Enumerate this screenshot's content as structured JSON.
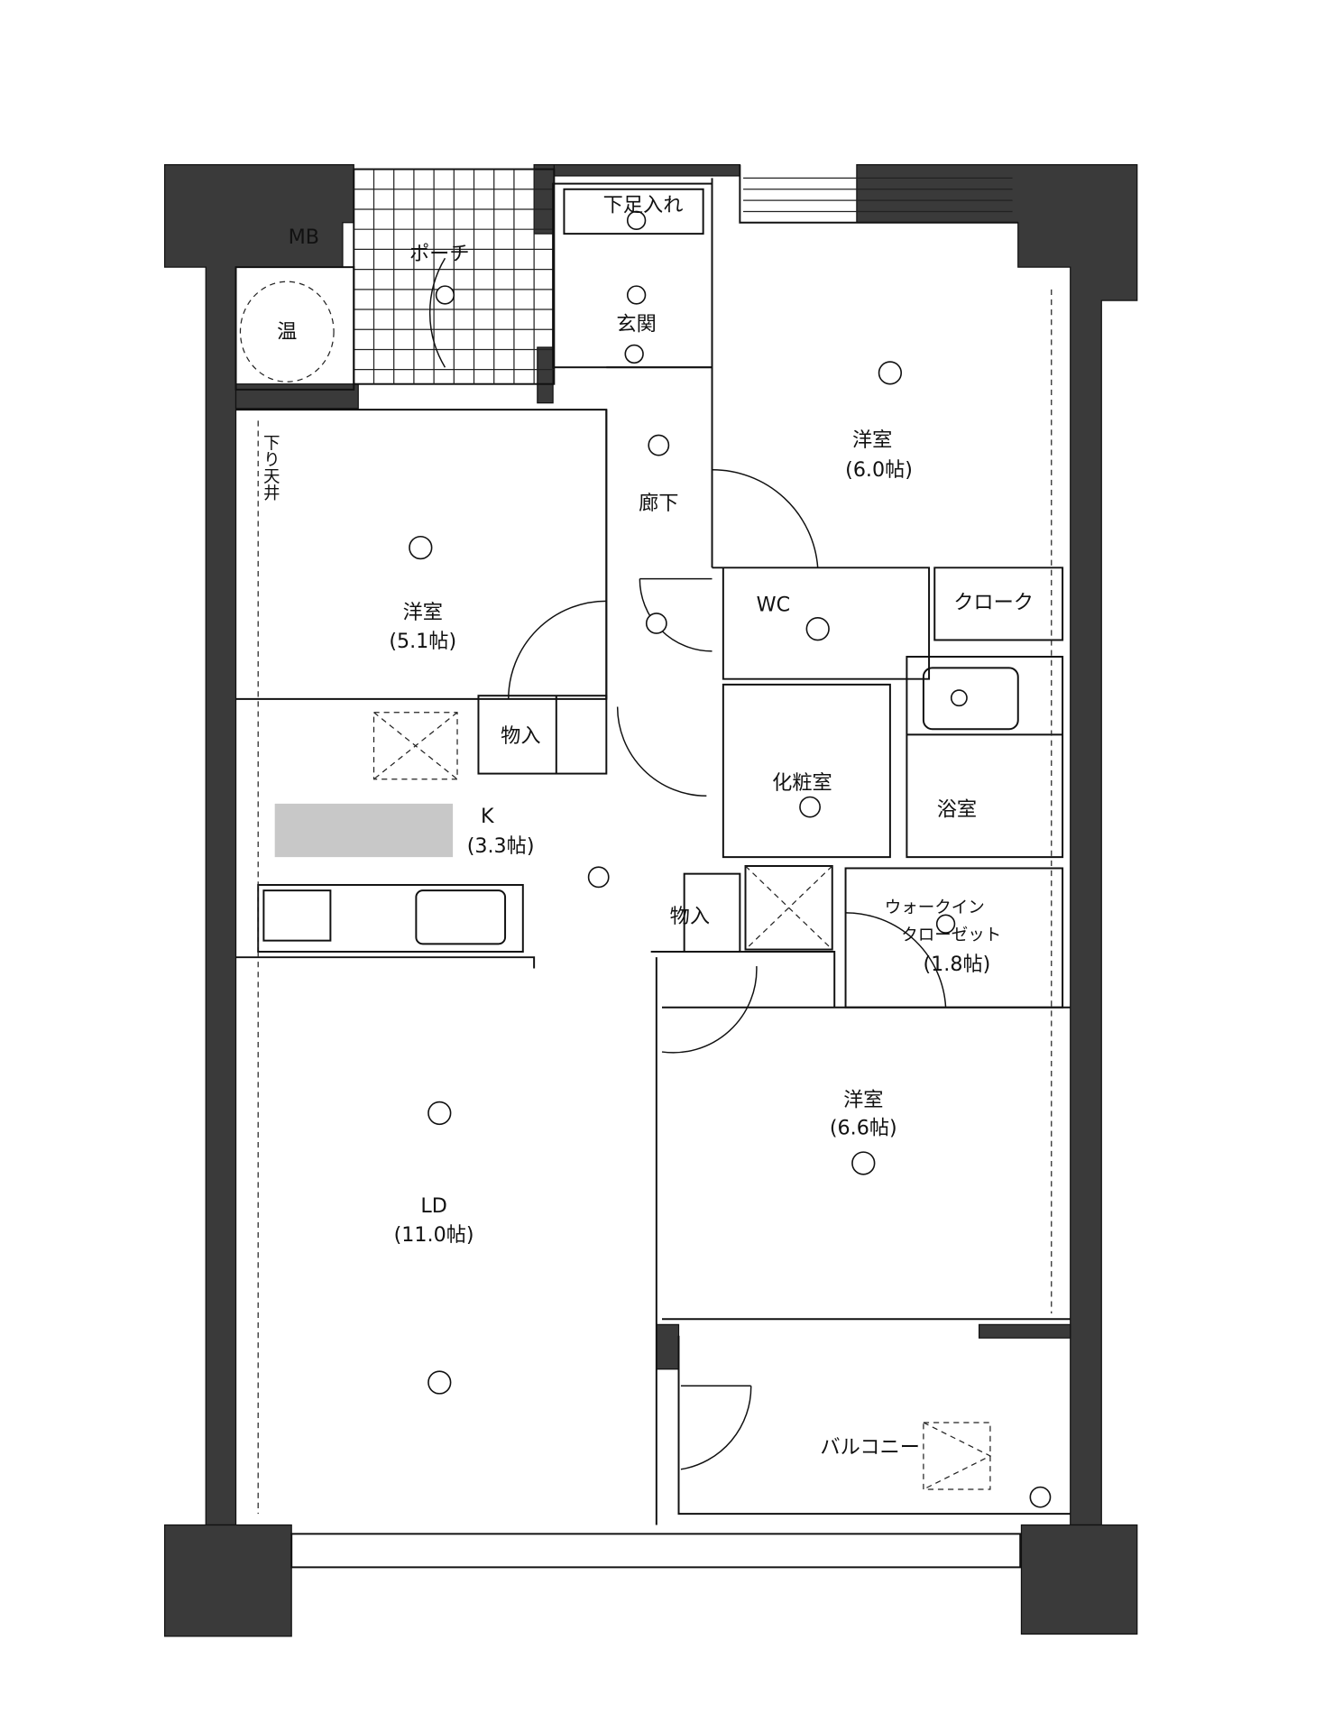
{
  "floor_plan": {
    "rooms": {
      "mb": "MB",
      "porch": "ポーチ",
      "water_heater": "温",
      "shoe_closet": "下足入れ",
      "entrance": "玄関",
      "western_room_1": {
        "name": "洋室",
        "size": "(6.0帖)"
      },
      "hallway": "廊下",
      "lowered_ceiling": "下り天井",
      "western_room_2": {
        "name": "洋室",
        "size": "(5.1帖)"
      },
      "wc": "WC",
      "cloak": "クローク",
      "storage_1": "物入",
      "powder_room": "化粧室",
      "bathroom": "浴室",
      "kitchen": {
        "name": "K",
        "size": "(3.3帖)"
      },
      "storage_2": "物入",
      "walk_in_closet": {
        "name_1": "ウォークイン",
        "name_2": "クローゼット",
        "size": "(1.8帖)"
      },
      "western_room_3": {
        "name": "洋室",
        "size": "(6.6帖)"
      },
      "living_dining": {
        "name": "LD",
        "size": "(11.0帖)"
      },
      "balcony": "バルコニー"
    },
    "wall_color": "#3a3a3a",
    "kitchen_counter_color": "#c8c8c8"
  }
}
